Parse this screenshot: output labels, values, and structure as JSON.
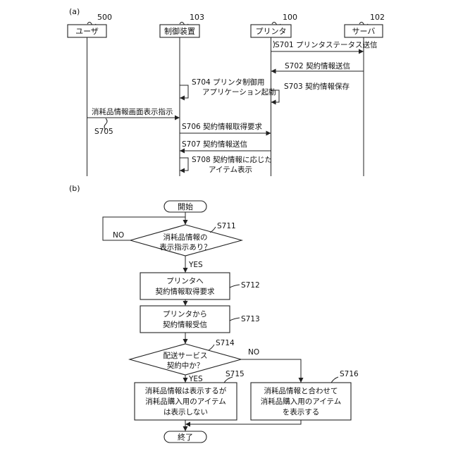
{
  "part_a": {
    "label": "(a)",
    "actors": [
      {
        "num": "500",
        "name": "ユーザ"
      },
      {
        "num": "103",
        "name": "制御装置"
      },
      {
        "num": "100",
        "name": "プリンタ"
      },
      {
        "num": "102",
        "name": "サーバ"
      }
    ],
    "messages": {
      "s701": "S701 プリンタステータス送信",
      "s702": "S702 契約情報送信",
      "s703": "S703 契約情報保存",
      "s704_1": "S704 プリンタ制御用",
      "s704_2": "アプリケーション起動",
      "s705_label": "消耗品情報画面表示指示",
      "s705_step": "S705",
      "s706": "S706 契約情報取得要求",
      "s707": "S707 契約情報送信",
      "s708_1": "S708 契約情報に応じた",
      "s708_2": "アイテム表示"
    }
  },
  "part_b": {
    "label": "(b)",
    "start": "開始",
    "end": "終了",
    "s711": {
      "step": "S711",
      "line1": "消耗品情報の",
      "line2": "表示指示あり？"
    },
    "no_1": "NO",
    "yes_1": "YES",
    "s712": {
      "step": "S712",
      "line1": "プリンタへ",
      "line2": "契約情報取得要求"
    },
    "s713": {
      "step": "S713",
      "line1": "プリンタから",
      "line2": "契約情報受信"
    },
    "s714": {
      "step": "S714",
      "line1": "配送サービス",
      "line2": "契約中か？"
    },
    "no_2": "NO",
    "yes_2": "YES",
    "s715": {
      "step": "S715",
      "line1": "消耗品情報は表示するが",
      "line2": "消耗品購入用のアイテム",
      "line3": "は表示しない"
    },
    "s716": {
      "step": "S716",
      "line1": "消耗品情報と合わせて",
      "line2": "消耗品購入用のアイテム",
      "line3": "を表示する"
    }
  }
}
